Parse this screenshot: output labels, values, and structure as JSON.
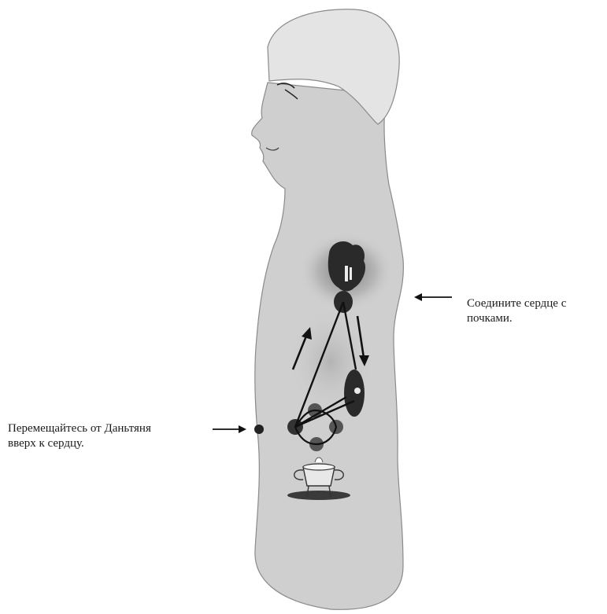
{
  "labels": {
    "left_line1": "Перемещайтесь от Даньтяня",
    "left_line2": "вверх к сердцу.",
    "right_line1": "Соедините сердце с",
    "right_line2": "почками."
  },
  "colors": {
    "body_fill": "#cfcfcf",
    "head_fill": "#e3e3e3",
    "organ": "#2a2a2a",
    "line": "#111111"
  }
}
